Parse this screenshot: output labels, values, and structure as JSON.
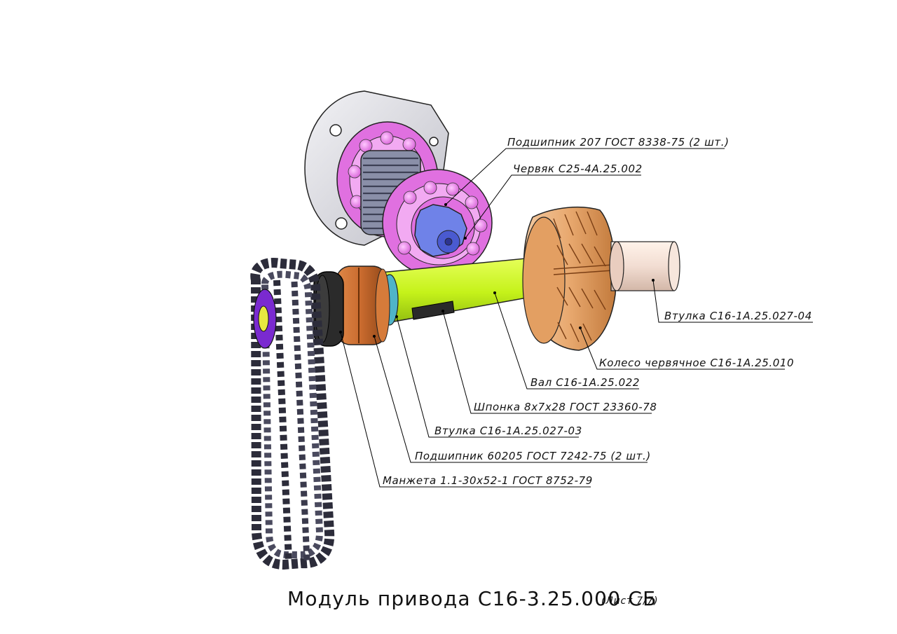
{
  "labels": {
    "bearing_207": "Подшипник 207 ГОСТ 8338-75 (2 шт.)",
    "worm": "Червяк С25-4А.25.002",
    "bushing_04": "Втулка С16-1А.25.027-04",
    "worm_wheel": "Колесо червячное С16-1А.25.010",
    "shaft": "Вал С16-1А.25.022",
    "key": "Шпонка 8х7х28 ГОСТ 23360-78",
    "bushing_03": "Втулка С16-1А.25.027-03",
    "bearing_60205": "Подшипник 60205 ГОСТ 7242-75 (2 шт.)",
    "cuff": "Манжета 1.1-30х52-1 ГОСТ 8752-79"
  },
  "title": {
    "main": "Модуль привода С16-3.25.000 СБ",
    "sheet": "(Лист 7/7)"
  },
  "colors": {
    "flange": "#d9d9de",
    "bearing_pink": "#ee82ee",
    "worm_steel": "#7a7f9a",
    "worm_end_blue": "#5c6ee0",
    "shaft_green": "#c5f21a",
    "worm_wheel": "#e8a86e",
    "bushing_04": "#f2ddd2",
    "bearing_brown": "#c86a2e",
    "cuff_black": "#2b2b2b",
    "bushing_03": "#4fb4c8",
    "chain_dark": "#2c2c3a",
    "sprocket_violet": "#7a2ad0"
  }
}
